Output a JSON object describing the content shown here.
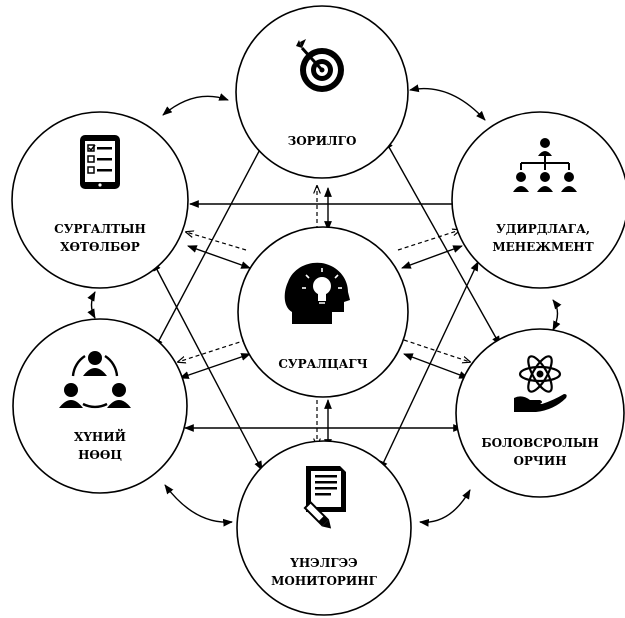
{
  "nodes": {
    "zorilgo": {
      "label_line1": "ЗОРИЛГО",
      "icon": "target-icon"
    },
    "surgaltyn": {
      "label_line1": "СУРГАЛТЫН",
      "label_line2": "ХӨТӨЛБӨР",
      "icon": "checklist-tablet-icon"
    },
    "udirdlaga": {
      "label_line1": "УДИРДЛАГА,",
      "label_line2": "МЕНЕЖМЕНТ",
      "icon": "org-chart-icon"
    },
    "suraltsagch": {
      "label_line1": "СУРАЛЦАГЧ",
      "icon": "head-lightbulb-icon"
    },
    "khuniy": {
      "label_line1": "ХҮНИЙ",
      "label_line2": "НӨӨЦ",
      "icon": "team-cycle-icon"
    },
    "bolovsrolyn": {
      "label_line1": "БОЛОВСРОЛЫН",
      "label_line2": "ОРЧИН",
      "icon": "atom-hand-icon"
    },
    "unelgee": {
      "label_line1": "ҮНЭЛГЭЭ",
      "label_line2": "МОНИТОРИНГ",
      "icon": "document-pen-icon"
    }
  },
  "colors": {
    "stroke": "#000000",
    "background": "#ffffff"
  }
}
